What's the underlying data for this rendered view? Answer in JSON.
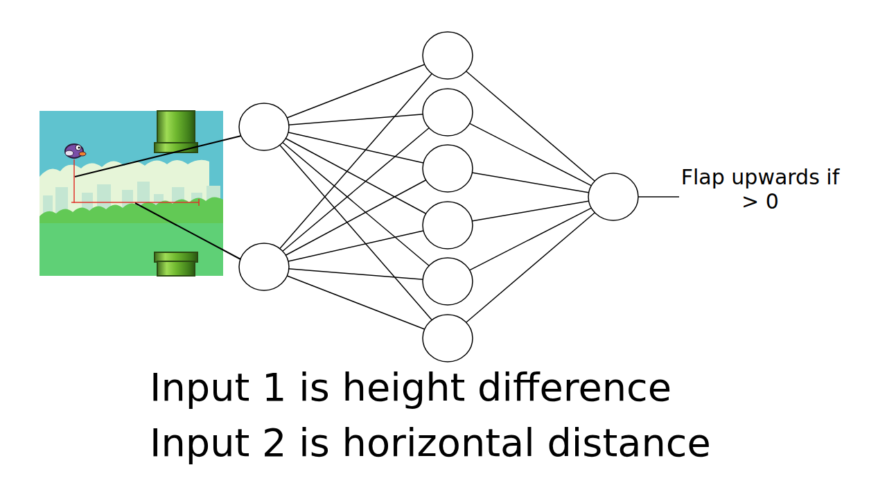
{
  "diagram": {
    "labels": [
      "Flap upwards if > 0",
      "Input 1 is height difference",
      "Input 2 is horizontal distance"
    ]
  }
}
